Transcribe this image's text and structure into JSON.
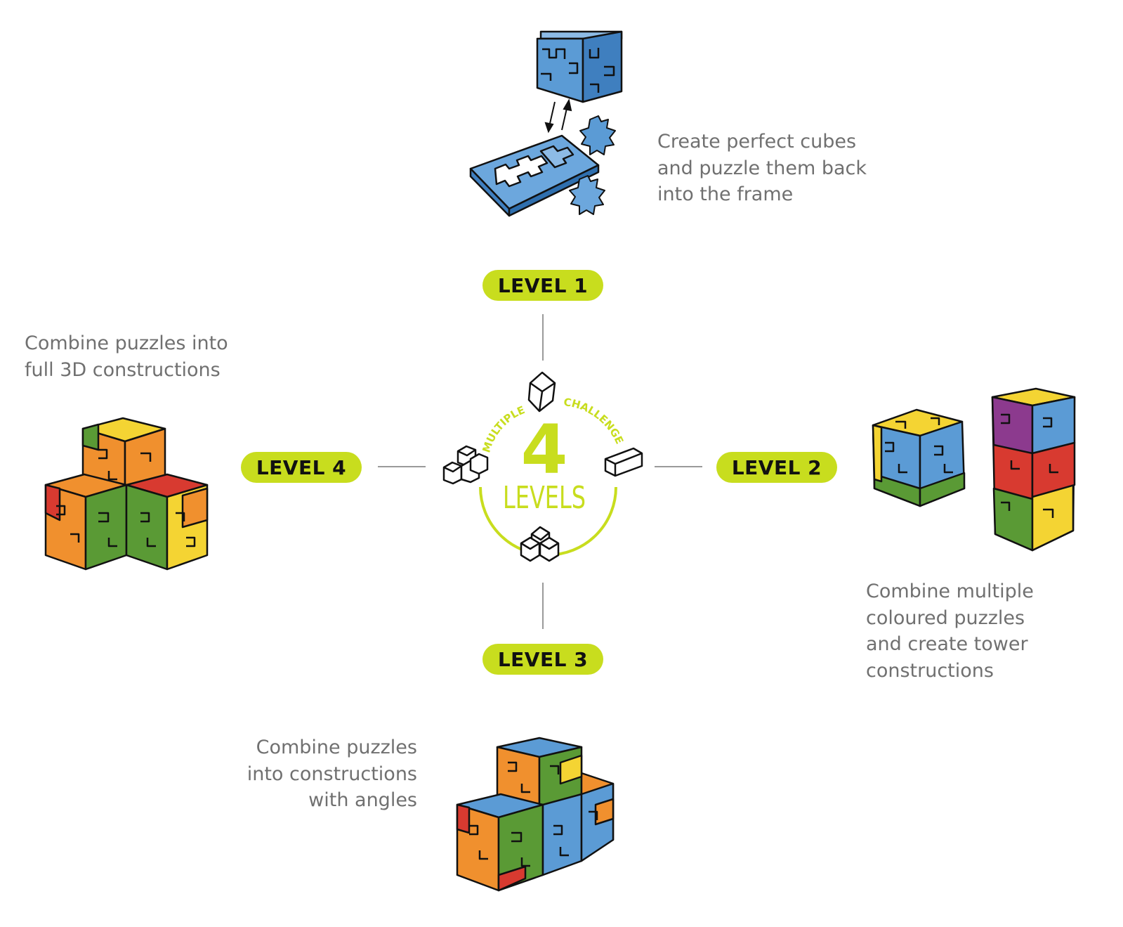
{
  "accent_color": "#c8dd1e",
  "center": {
    "number": "4",
    "word": "LEVELS",
    "arc_left_text": "MULTIPLE",
    "arc_right_text": "CHALLENGES"
  },
  "levels": [
    {
      "label": "LEVEL 1",
      "description": [
        "Create perfect cubes",
        "and puzzle them back",
        "into the frame"
      ]
    },
    {
      "label": "LEVEL 2",
      "description": [
        "Combine multiple",
        "coloured puzzles",
        "and create tower",
        "constructions"
      ]
    },
    {
      "label": "LEVEL 3",
      "description": [
        "Combine puzzles",
        "into constructions",
        "with angles"
      ]
    },
    {
      "label": "LEVEL 4",
      "description": [
        "Combine puzzles into",
        "full 3D constructions"
      ]
    }
  ],
  "icons": {
    "level1": "single-cube-icon",
    "level2": "double-cube-icon",
    "level3": "angle-cube-icon",
    "level4": "stacked-cubes-icon"
  },
  "puzzle_colors": {
    "blue": "#5b9bd5",
    "orange": "#f0902e",
    "green": "#5a9a35",
    "yellow": "#f4d433",
    "red": "#d83a30",
    "purple": "#8c3a8e"
  }
}
